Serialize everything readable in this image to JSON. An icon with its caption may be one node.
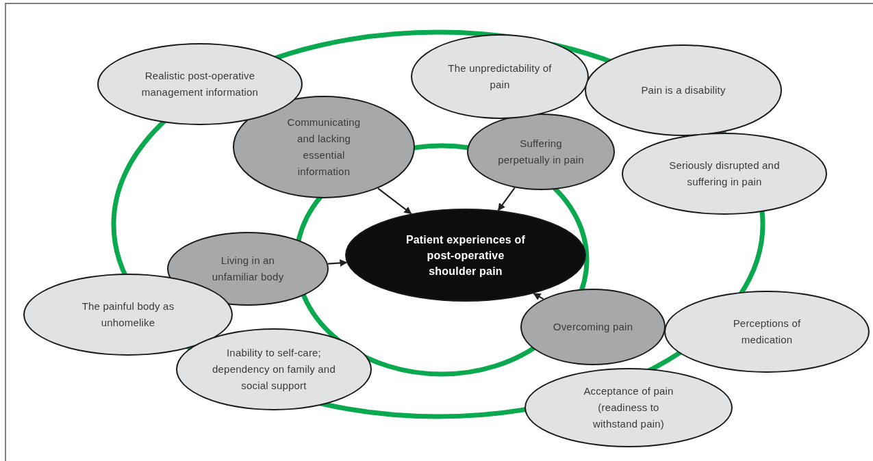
{
  "diagram": {
    "nodes": [
      {
        "text": [
          "Patient experiences of post-operative shoulder pain"
        ]
      },
      {
        "text": [
          "Communicating and lacking essential information"
        ]
      },
      {
        "text": [
          "Suffering perpetually in pain"
        ]
      },
      {
        "text": [
          "Living in an unfamiliar body"
        ]
      },
      {
        "text": [
          "Overcoming pain"
        ]
      },
      {
        "text": [
          "Realistic post-operative management information"
        ]
      },
      {
        "text": [
          "The unpredictability of pain"
        ]
      },
      {
        "text": [
          "Pain is a disability"
        ]
      },
      {
        "text": [
          "Seriously disrupted and suffering in pain"
        ]
      },
      {
        "text": [
          "The painful body as unhomelike"
        ]
      },
      {
        "text": [
          "Inability to self-care; dependency on family and social support"
        ]
      },
      {
        "text": [
          "Perceptions of medication"
        ]
      },
      {
        "text": [
          "Acceptance of pain (readiness to withstand pain)"
        ]
      }
    ],
    "edges": [
      {
        "from": 1,
        "to": 0,
        "arrow": "to"
      },
      {
        "from": 2,
        "to": 0,
        "arrow": "to"
      },
      {
        "from": 3,
        "to": 0,
        "arrow": "to"
      },
      {
        "from": 4,
        "to": 0,
        "arrow": "to"
      }
    ]
  }
}
